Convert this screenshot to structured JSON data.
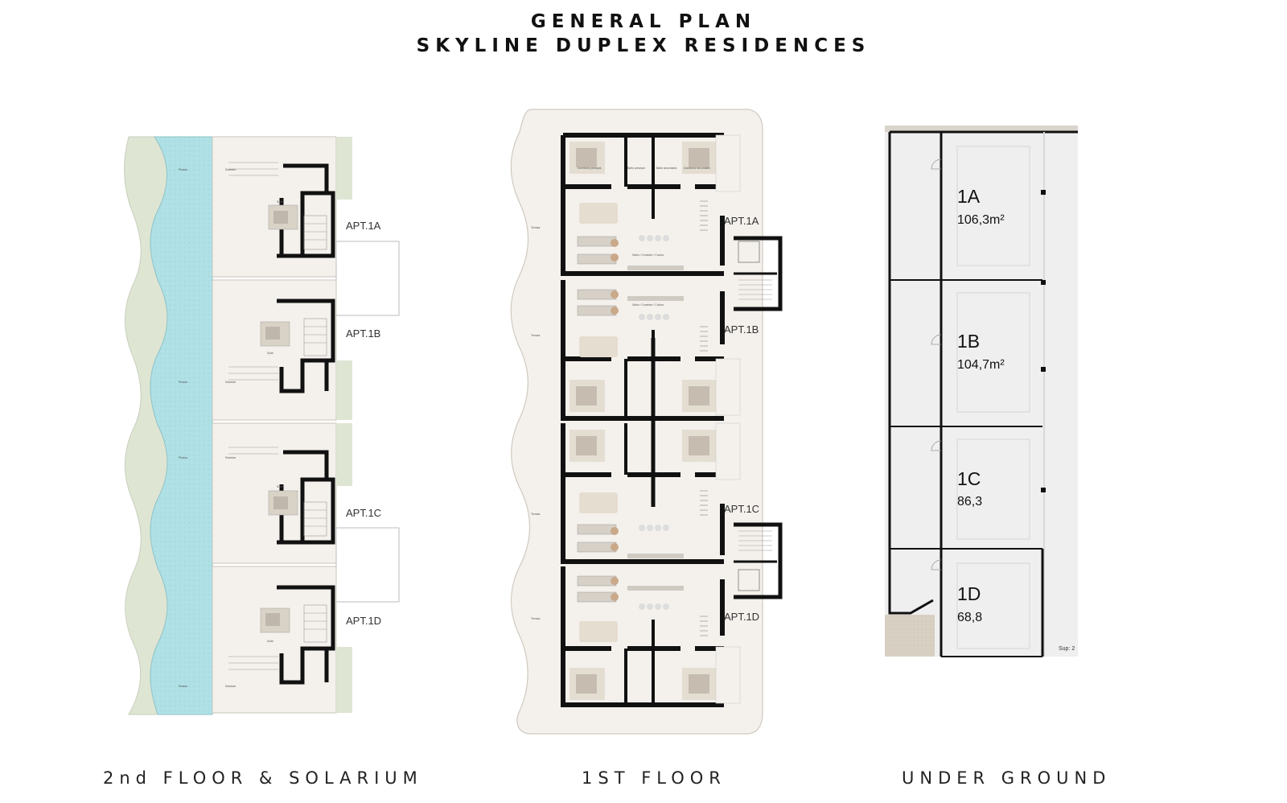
{
  "title": {
    "line1": "GENERAL PLAN",
    "line2": "SKYLINE DUPLEX RESIDENCES"
  },
  "colors": {
    "pool": "#aee0e5",
    "garden": "#dfe5d3",
    "floor": "#f4f1ec",
    "walls": "#0d0d0d",
    "underground": "#efefef"
  },
  "plans": {
    "second_floor": {
      "caption": "2nd FLOOR & SOLARIUM",
      "apartments": [
        "APT.1A",
        "APT.1B",
        "APT.1C",
        "APT.1D"
      ]
    },
    "first_floor": {
      "caption": "1ST FLOOR",
      "apartments": [
        "APT.1A",
        "APT.1B",
        "APT.1C",
        "APT.1D"
      ]
    },
    "underground": {
      "caption": "UNDER GROUND",
      "units": [
        {
          "name": "1A",
          "area": "106,3m²"
        },
        {
          "name": "1B",
          "area": "104,7m²"
        },
        {
          "name": "1C",
          "area": "86,3"
        },
        {
          "name": "1D",
          "area": "68,8"
        }
      ],
      "sup_label": "Sup: 2"
    }
  }
}
